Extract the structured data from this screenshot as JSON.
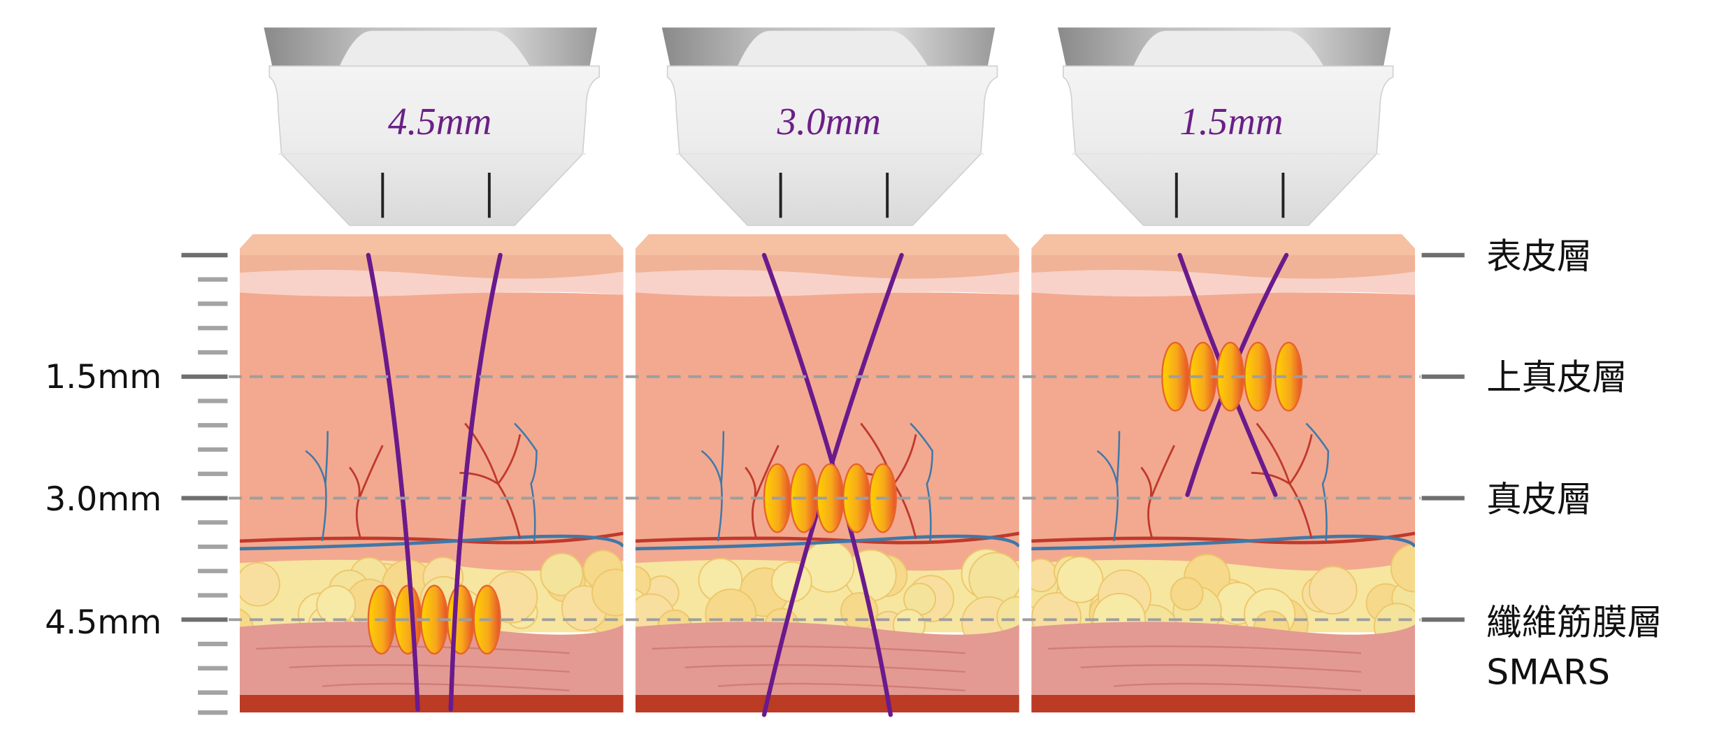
{
  "probes": [
    {
      "label": "4.5mm",
      "focus_depth_mm": 4.5
    },
    {
      "label": "3.0mm",
      "focus_depth_mm": 3.0
    },
    {
      "label": "1.5mm",
      "focus_depth_mm": 1.5
    }
  ],
  "depth_scale": {
    "labels": [
      "1.5mm",
      "3.0mm",
      "4.5mm"
    ]
  },
  "layers": {
    "epidermis": "表皮層",
    "upper_dermis": "上真皮層",
    "dermis": "真皮層",
    "smas_zh": "纖維筋膜層",
    "smas_en": "SMARS"
  },
  "colors": {
    "beam": "#6a1a8c",
    "probe_text": "#6a1f86",
    "dermis": "#f2a990",
    "epidermis": "#f0b397",
    "fat": "#f6e6a0",
    "smas": "#e39a92",
    "muscle": "#bb3b25"
  }
}
